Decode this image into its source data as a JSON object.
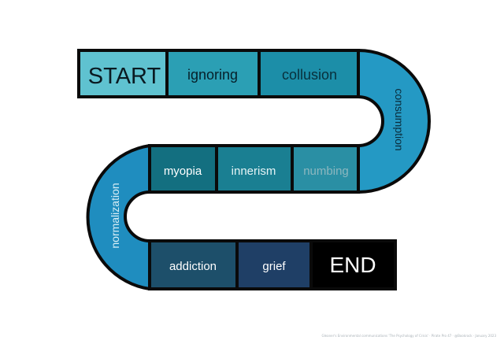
{
  "board": {
    "start": "START",
    "end": "END",
    "row1": [
      "ignoring",
      "collusion"
    ],
    "curve_right": "consumption",
    "row2": [
      "myopia",
      "innerism",
      "numbing"
    ],
    "curve_left": "normalization",
    "row3": [
      "addiction",
      "grief"
    ]
  },
  "colors": {
    "start_fill": "#5fc2d0",
    "ignoring_fill": "#2b9fb4",
    "collusion_fill": "#1c8ea8",
    "consumption_fill": "#2499c4",
    "myopia_fill": "#136f80",
    "innerism_fill": "#1a7f92",
    "numbing_fill": "#2a8fa4",
    "normalization_fill": "#1f8dbf",
    "addiction_fill": "#1d4f6a",
    "grief_fill": "#1f3f66",
    "end_fill": "#000000",
    "outline": "#0a0a0a"
  },
  "footer": {
    "credit": "Gleaner's Environmental communications 'The Psychology of Crisis' · Pirate Pro 47 · @Bookrock · January 2023"
  }
}
